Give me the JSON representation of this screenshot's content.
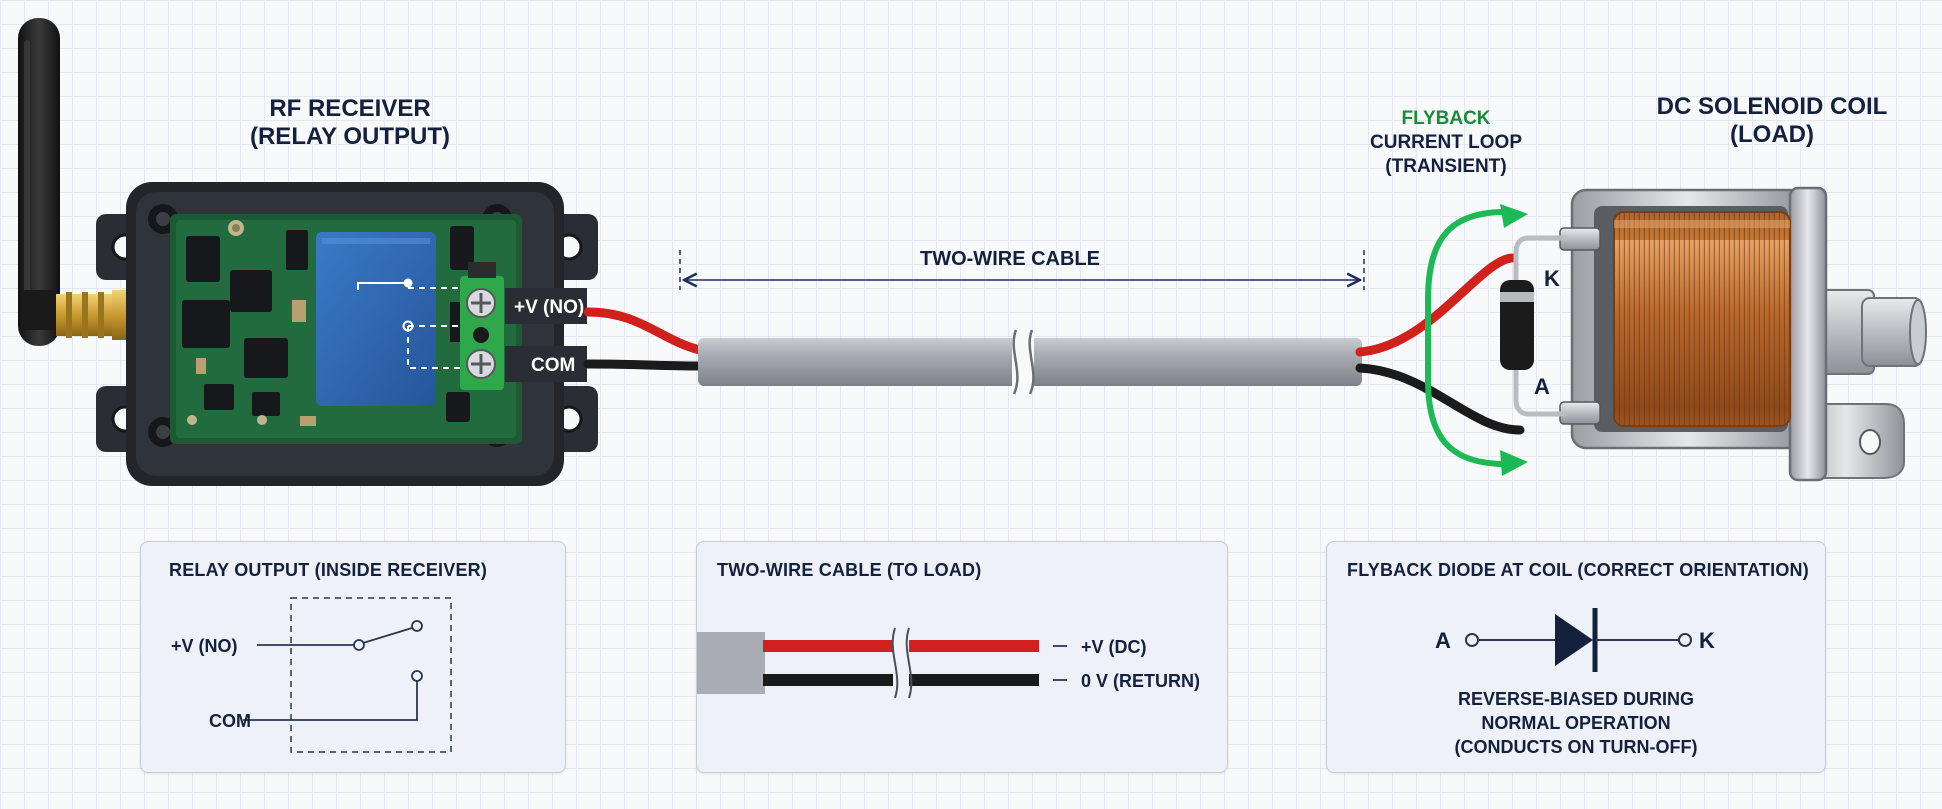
{
  "receiver": {
    "title_line1": "RF RECEIVER",
    "title_line2": "(RELAY OUTPUT)",
    "terminal_top": "+V (NO)",
    "terminal_bottom": "COM"
  },
  "cable": {
    "label": "TWO-WIRE CABLE"
  },
  "flyback_loop": {
    "line1": "FLYBACK",
    "line2": "CURRENT LOOP",
    "line3": "(TRANSIENT)",
    "color": "#1db954"
  },
  "solenoid": {
    "title_line1": "DC SOLENOID COIL",
    "title_line2": "(LOAD)",
    "diode_cathode": "K",
    "diode_anode": "A"
  },
  "panels": {
    "relay": {
      "title": "RELAY OUTPUT (INSIDE RECEIVER)",
      "no_label": "+V (NO)",
      "com_label": "COM"
    },
    "cable": {
      "title": "TWO-WIRE CABLE (TO LOAD)",
      "red_label": "+V (DC)",
      "black_label": "0 V (RETURN)"
    },
    "diode": {
      "title": "FLYBACK DIODE AT COIL (CORRECT ORIENTATION)",
      "anode": "A",
      "cathode": "K",
      "note_line1": "REVERSE-BIASED DURING",
      "note_line2": "NORMAL OPERATION",
      "note_line3": "(CONDUCTS ON TURN-OFF)"
    }
  },
  "colors": {
    "title_text": "#14213d",
    "wire_red": "#d0211c",
    "wire_black": "#1b1b1b",
    "cable_gray": "#9ea2a8",
    "pcb_green": "#1c5a34",
    "relay_blue": "#2f68b5",
    "terminal_green": "#2ea84a",
    "copper": "#b4652b"
  }
}
